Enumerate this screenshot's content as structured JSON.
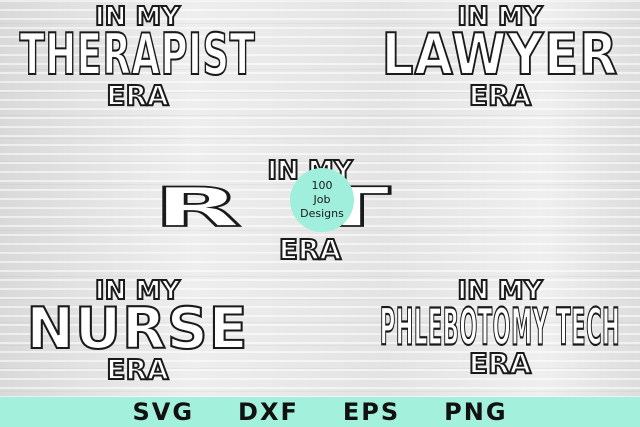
{
  "designs": {
    "therapist": {
      "top": "IN MY",
      "main": "THERAPIST",
      "bottom": "ERA"
    },
    "lawyer": {
      "top": "IN MY",
      "main": "LAWYER",
      "bottom": "ERA"
    },
    "rt": {
      "top": "IN MY",
      "main": "RT",
      "bottom": "ERA"
    },
    "nurse": {
      "top": "IN MY",
      "main": "NURSE",
      "bottom": "ERA"
    },
    "phlebotomy": {
      "top": "IN MY",
      "main": "PHLEBOTOMY TECH",
      "bottom": "ERA"
    }
  },
  "badge": {
    "line1": "100",
    "line2": "Job",
    "line3": "Designs",
    "color": "#9fefdc"
  },
  "formats": [
    "SVG",
    "DXF",
    "EPS",
    "PNG"
  ],
  "colors": {
    "footer": "#a3f0dc",
    "stroke": "#1a1a1a",
    "fill": "#ffffff"
  }
}
